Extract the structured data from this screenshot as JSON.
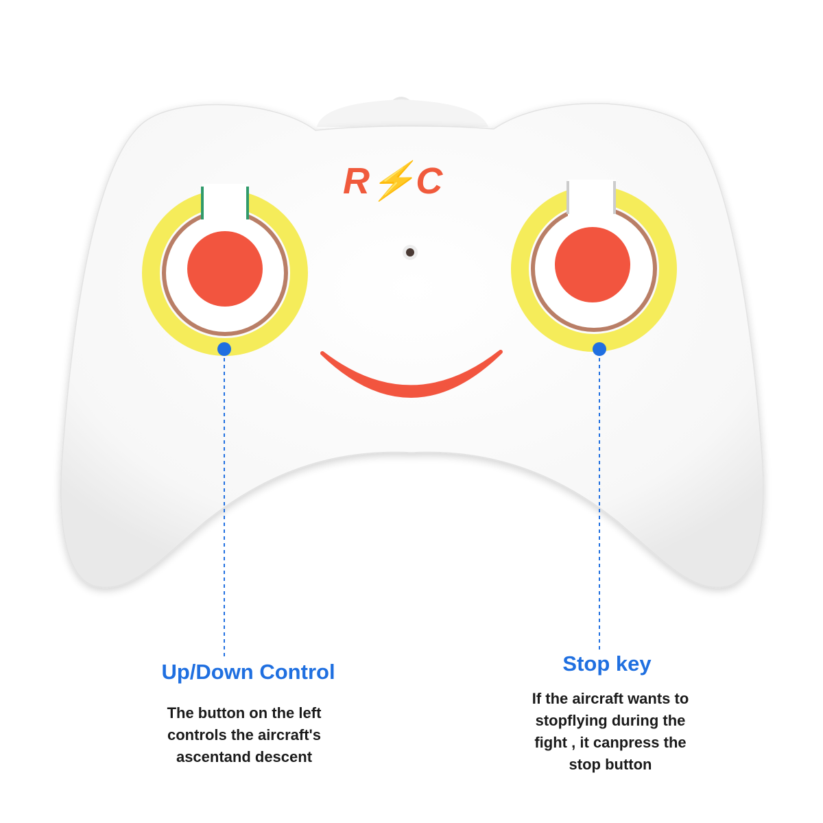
{
  "logo": {
    "text": "R⚡C",
    "color": "#f05a3c"
  },
  "colors": {
    "body": "#ffffff",
    "ring": "#f5ec5a",
    "stick": "#f2553f",
    "smile": "#f2553f",
    "callout": "#1f6fe0"
  },
  "callouts": {
    "left": {
      "title": "Up/Down Control",
      "lines": [
        "The button on the left",
        "controls the aircraft's",
        "ascentand descent"
      ]
    },
    "right": {
      "title": "Stop key",
      "lines": [
        "If the aircraft wants to",
        "stopflying during the",
        "fight , it canpress the",
        "stop button"
      ]
    }
  }
}
